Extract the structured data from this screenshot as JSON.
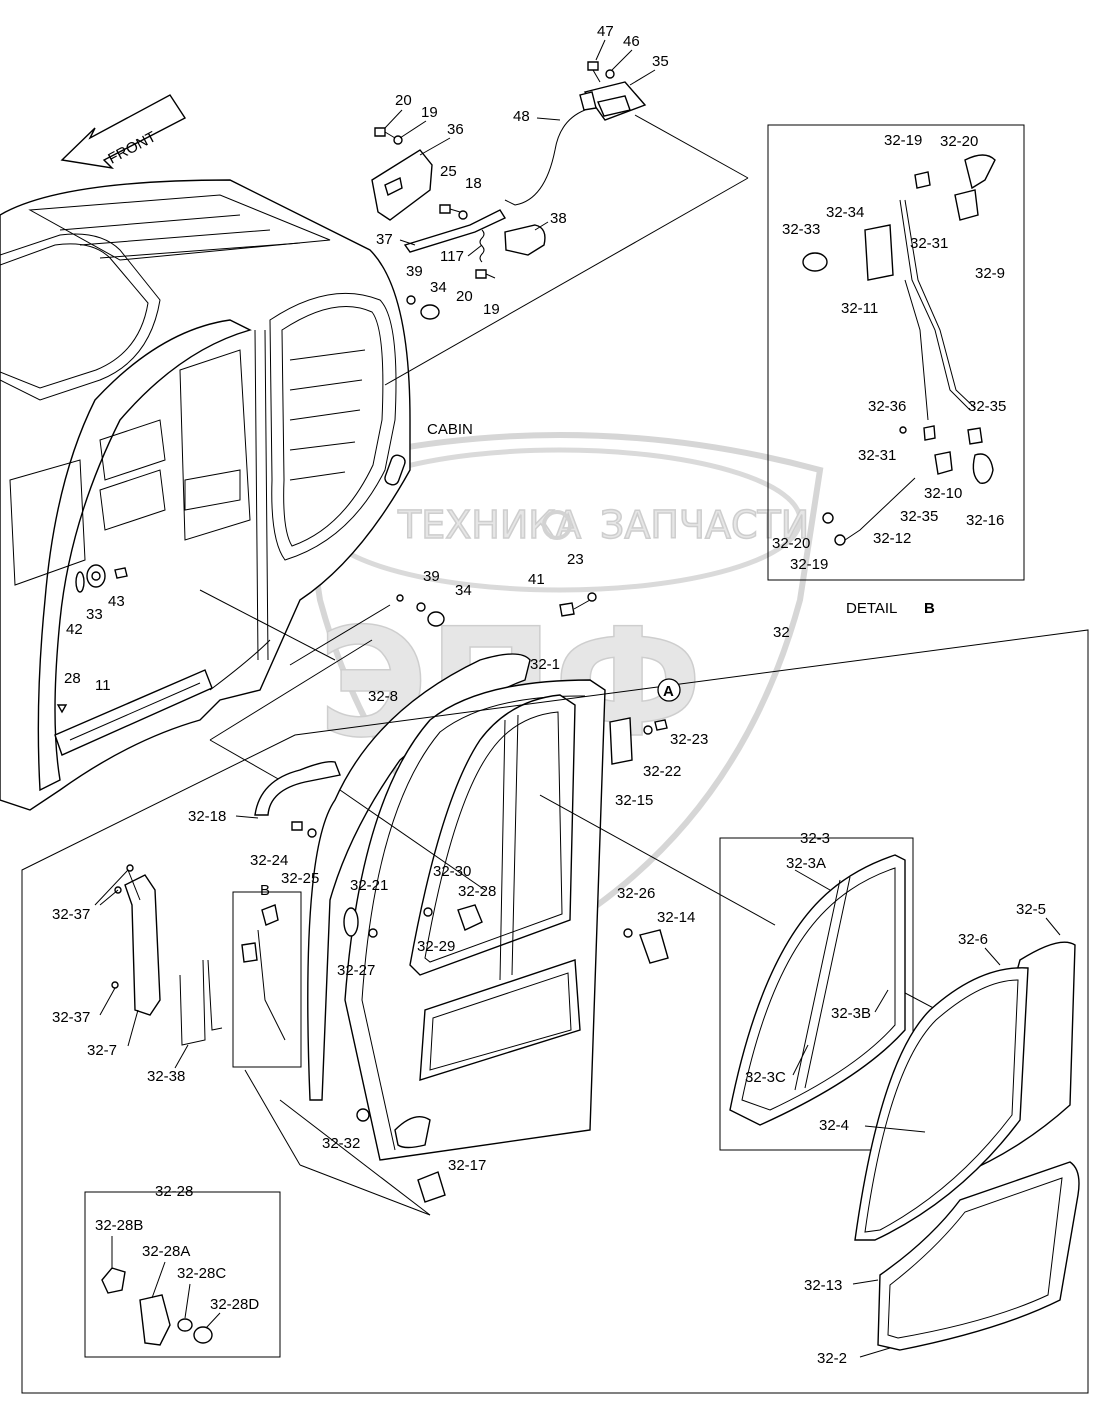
{
  "watermark": {
    "line1": "ТЕХНИКА",
    "line2": "ЗАПЧАСТИ",
    "logo": "ЭПФ"
  },
  "front_arrow": "FRONT",
  "cabin_label": "CABIN",
  "detail": {
    "word": "DETAIL",
    "letter": "B"
  },
  "circle_callout": "A",
  "b_inset_letter": "B",
  "callouts": {
    "c47": "47",
    "c46": "46",
    "c35": "35",
    "c48": "48",
    "c20a": "20",
    "c19a": "19",
    "c36": "36",
    "c25": "25",
    "c18": "18",
    "c38": "38",
    "c37": "37",
    "c117": "117",
    "c39a": "39",
    "c34a": "34",
    "c20b": "20",
    "c19b": "19",
    "c43": "43",
    "c33": "33",
    "c42": "42",
    "c39b": "39",
    "c34b": "34",
    "c41": "41",
    "c23": "23",
    "c28": "28",
    "c11": "11",
    "c32": "32",
    "c32_1": "32-1",
    "c32_8": "32-8",
    "c32_23": "32-23",
    "c32_22": "32-22",
    "c32_15": "32-15",
    "c32_18": "32-18",
    "c32_24": "32-24",
    "c32_25": "32-25",
    "c32_37a": "32-37",
    "c32_37b": "32-37",
    "c32_7": "32-7",
    "c32_38": "32-38",
    "c32_21": "32-21",
    "c32_30": "32-30",
    "c32_28": "32-28",
    "c32_29": "32-29",
    "c32_27": "32-27",
    "c32_26": "32-26",
    "c32_14": "32-14",
    "c32_32": "32-32",
    "c32_17": "32-17",
    "c32_3": "32-3",
    "c32_3A": "32-3A",
    "c32_3B": "32-3B",
    "c32_3C": "32-3C",
    "c32_5": "32-5",
    "c32_6": "32-6",
    "c32_4": "32-4",
    "c32_13": "32-13",
    "c32_2": "32-2",
    "c32_28box": "32-28",
    "c32_28B": "32-28B",
    "c32_28A": "32-28A",
    "c32_28C": "32-28C",
    "c32_28D": "32-28D",
    "d32_19a": "32-19",
    "d32_20a": "32-20",
    "d32_34": "32-34",
    "d32_33": "32-33",
    "d32_31a": "32-31",
    "d32_9": "32-9",
    "d32_11": "32-11",
    "d32_36": "32-36",
    "d32_35a": "32-35",
    "d32_31b": "32-31",
    "d32_10": "32-10",
    "d32_35b": "32-35",
    "d32_16": "32-16",
    "d32_20b": "32-20",
    "d32_12": "32-12",
    "d32_19b": "32-19"
  }
}
